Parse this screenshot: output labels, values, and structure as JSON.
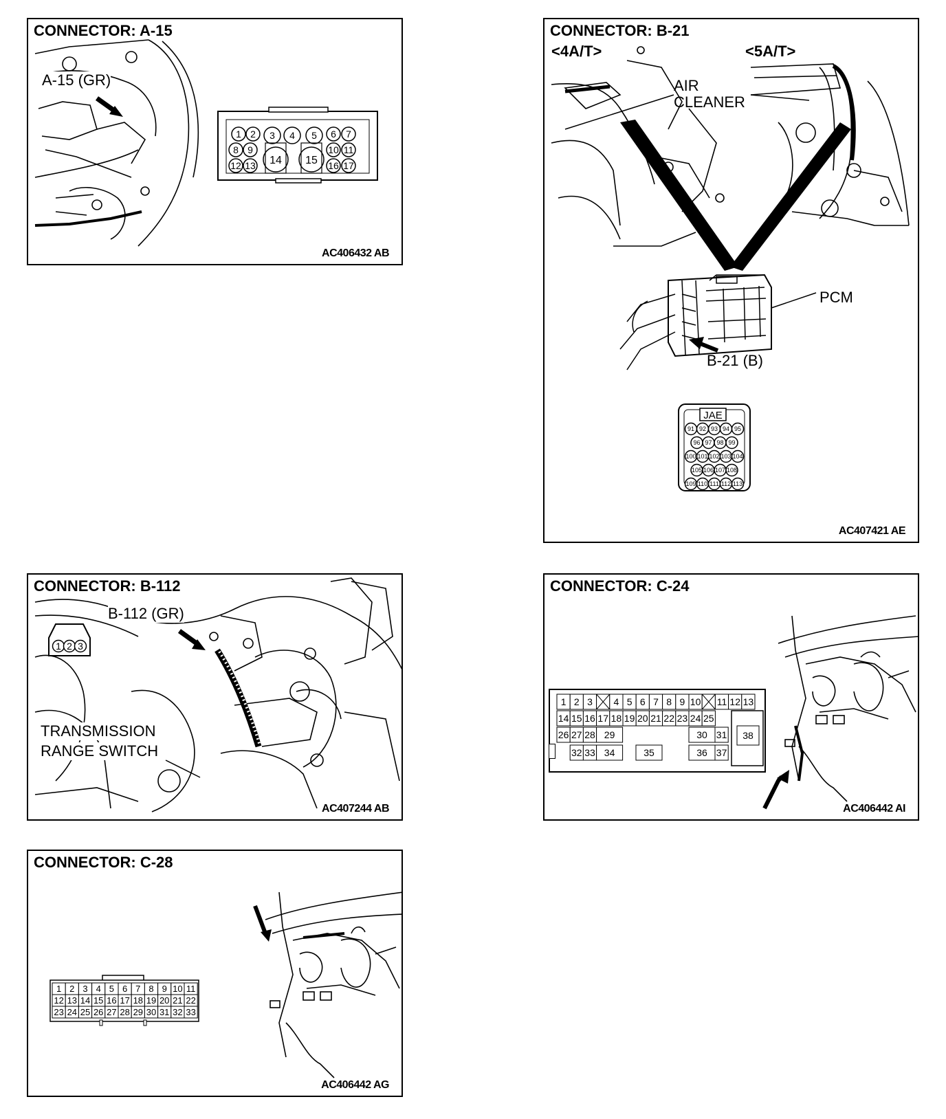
{
  "panels": {
    "a15": {
      "title": "CONNECTOR: A-15",
      "code": "AC406432 AB",
      "callout": "A-15 (GR)",
      "pins": [
        "1",
        "2",
        "3",
        "4",
        "5",
        "6",
        "7",
        "8",
        "9",
        "14",
        "15",
        "10",
        "11",
        "12",
        "13",
        "16",
        "17"
      ]
    },
    "b21": {
      "title": "CONNECTOR: B-21",
      "code": "AC407421 AE",
      "variant_left": "<4A/T>",
      "variant_right": "<5A/T>",
      "air_cleaner_line1": "AIR",
      "air_cleaner_line2": "CLEANER",
      "pcm": "PCM",
      "callout": "B-21 (B)",
      "maker": "JAE",
      "pin_rows": [
        [
          "91",
          "92",
          "93",
          "94",
          "95"
        ],
        [
          "96",
          "97",
          "98",
          "99"
        ],
        [
          "100",
          "101",
          "102",
          "103",
          "104"
        ],
        [
          "105",
          "106",
          "107",
          "108"
        ],
        [
          "109",
          "110",
          "111",
          "112",
          "113"
        ]
      ]
    },
    "b112": {
      "title": "CONNECTOR: B-112",
      "code": "AC407244 AB",
      "callout": "B-112 (GR)",
      "component_line1": "TRANSMISSION",
      "component_line2": "RANGE SWITCH",
      "pins": [
        "1",
        "2",
        "3"
      ]
    },
    "c24": {
      "title": "CONNECTOR: C-24",
      "code": "AC406442 AI",
      "row1": [
        "1",
        "2",
        "3",
        "X",
        "4",
        "5",
        "6",
        "7",
        "8",
        "9",
        "10",
        "X",
        "11",
        "12",
        "13"
      ],
      "row2": [
        "14",
        "15",
        "16",
        "17",
        "18",
        "19",
        "20",
        "21",
        "22",
        "23",
        "24",
        "25"
      ],
      "row3": [
        "26",
        "27",
        "28",
        "29",
        "30",
        "31"
      ],
      "row4": [
        "32",
        "33",
        "34",
        "35",
        "36",
        "37"
      ],
      "big": "38"
    },
    "c28": {
      "title": "CONNECTOR: C-28",
      "code": "AC406442 AG",
      "rows": [
        [
          "1",
          "2",
          "3",
          "4",
          "5",
          "6",
          "7",
          "8",
          "9",
          "10",
          "11"
        ],
        [
          "12",
          "13",
          "14",
          "15",
          "16",
          "17",
          "18",
          "19",
          "20",
          "21",
          "22"
        ],
        [
          "23",
          "24",
          "25",
          "26",
          "27",
          "28",
          "29",
          "30",
          "31",
          "32",
          "33"
        ]
      ]
    }
  }
}
